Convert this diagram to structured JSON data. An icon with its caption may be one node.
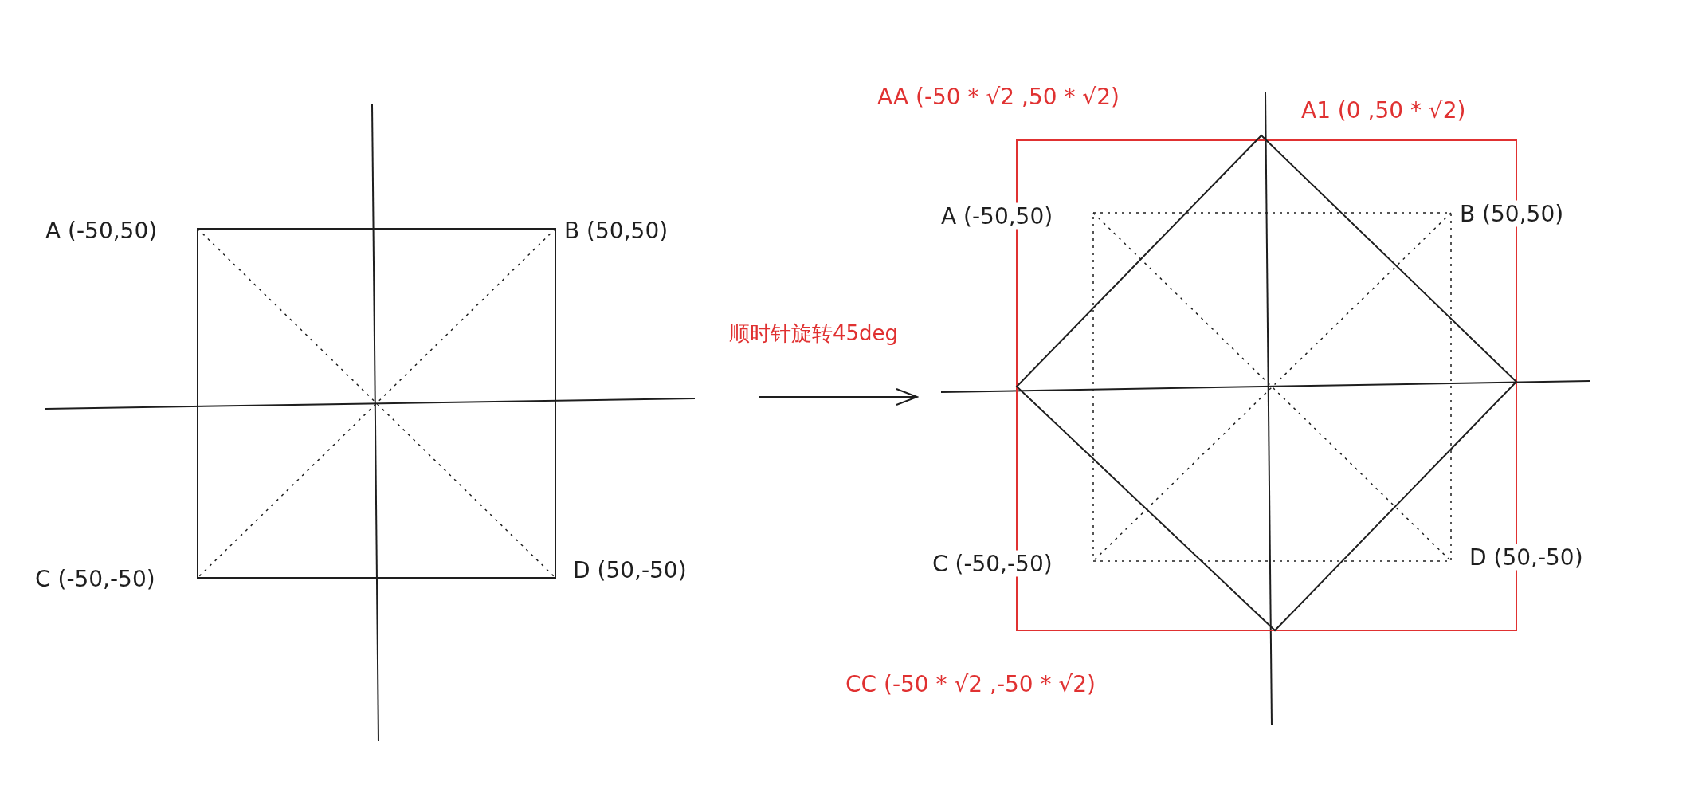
{
  "diagram": {
    "nodes": [
      {
        "text": [],
        "shape": "box"
      },
      {
        "text": [],
        "shape": "box"
      }
    ],
    "edges": [
      {
        "from": 0,
        "to": 1,
        "arrow": "to",
        "label": "顺时针旋转45deg"
      }
    ],
    "labels": [
      "AA (-50 * √2 ,50 * √2)",
      "A1 (0 ,50 * √2)",
      "A (-50,50)",
      "B (50,50)",
      "A (-50,50)",
      "B (50,50)",
      "C (-50,-50)",
      "D (50,-50)",
      "C (-50,-50)",
      "D (50,-50)",
      "CC (-50 * √2 ,-50 * √2)"
    ]
  }
}
